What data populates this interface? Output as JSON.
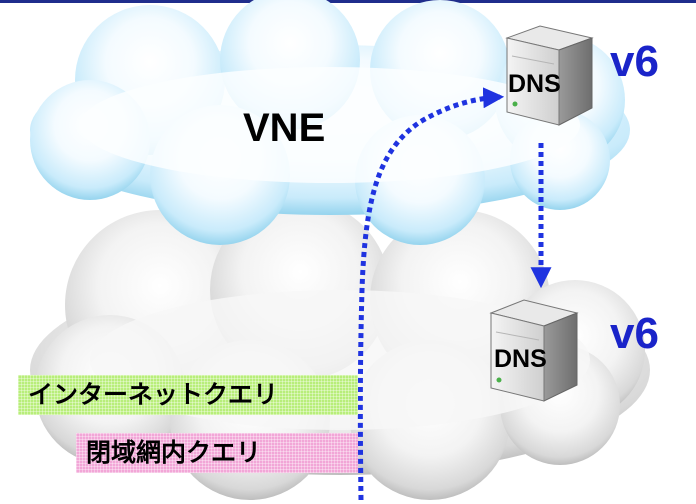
{
  "clouds": {
    "vne_label": "VNE"
  },
  "servers": [
    {
      "label": "DNS",
      "version": "v6"
    },
    {
      "label": "DNS",
      "version": "v6"
    }
  ],
  "legend": {
    "internet_query": "インターネットクエリ",
    "closed_network_query": "閉域網内クエリ"
  },
  "colors": {
    "arrow": "#1f33e0",
    "version_text": "#1a24c9",
    "vne_cloud": "#a9daf2",
    "closed_cloud": "#d0d0d0",
    "legend_internet": "#b8ee7a",
    "legend_closed": "#f2a6d7"
  }
}
